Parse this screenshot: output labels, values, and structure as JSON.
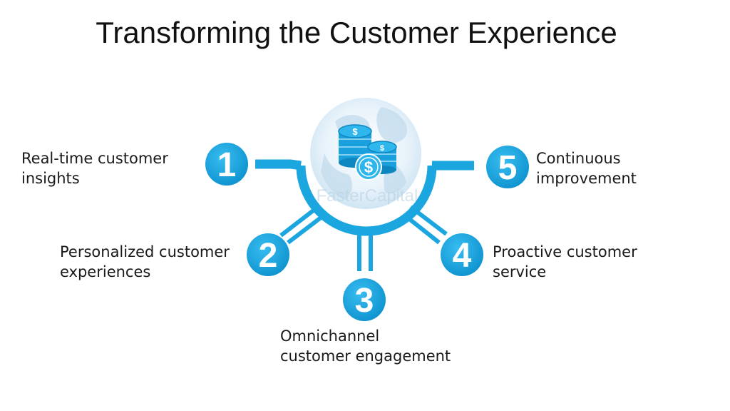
{
  "title": "Transforming the Customer Experience",
  "watermark": "FasterCapital",
  "colors": {
    "accent": "#1ba6e0",
    "accent_dark": "#0e86bf",
    "globe": "#dfeef8",
    "text": "#1a1a1a"
  },
  "center_icon": "globe-with-dollar-coins-icon",
  "steps": [
    {
      "number": "1",
      "label_line1": "Real-time customer",
      "label_line2": "insights"
    },
    {
      "number": "2",
      "label_line1": "Personalized customer",
      "label_line2": "experiences"
    },
    {
      "number": "3",
      "label_line1": "Omnichannel",
      "label_line2": "customer engagement"
    },
    {
      "number": "4",
      "label_line1": "Proactive customer",
      "label_line2": "service"
    },
    {
      "number": "5",
      "label_line1": "Continuous",
      "label_line2": "improvement"
    }
  ]
}
